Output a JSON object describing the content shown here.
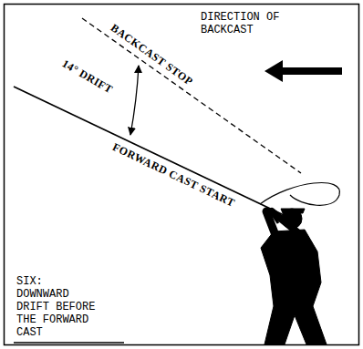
{
  "diagram": {
    "caption": "SIX: DOWNWARD DRIFT BEFORE THE FORWARD CAST",
    "labels": [
      "DIRECTION OF BACKCAST",
      "BACKCAST STOP",
      "14° DRIFT",
      "FORWARD CAST START"
    ]
  }
}
